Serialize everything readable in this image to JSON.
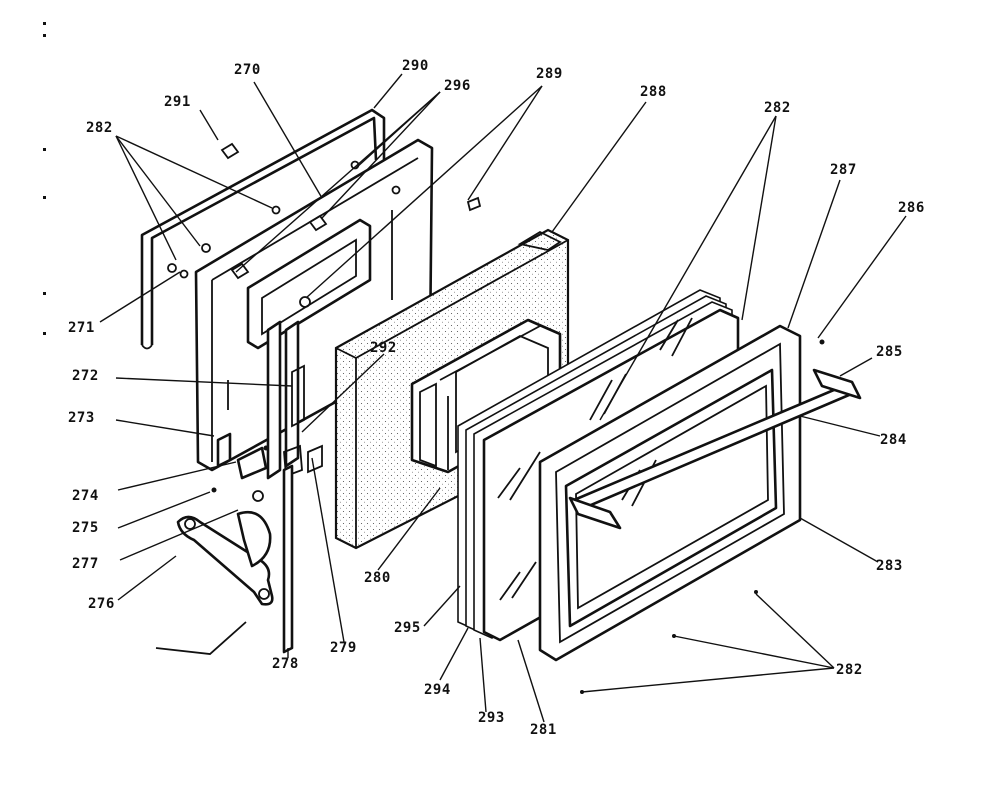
{
  "diagram": {
    "callouts": [
      {
        "id": "c270",
        "text": "270"
      },
      {
        "id": "c290",
        "text": "290"
      },
      {
        "id": "c296",
        "text": "296"
      },
      {
        "id": "c289",
        "text": "289"
      },
      {
        "id": "c288",
        "text": "288"
      },
      {
        "id": "c291",
        "text": "291"
      },
      {
        "id": "c282a",
        "text": "282"
      },
      {
        "id": "c282b",
        "text": "282"
      },
      {
        "id": "c287",
        "text": "287"
      },
      {
        "id": "c286",
        "text": "286"
      },
      {
        "id": "c271",
        "text": "271"
      },
      {
        "id": "c292",
        "text": "292"
      },
      {
        "id": "c285",
        "text": "285"
      },
      {
        "id": "c272",
        "text": "272"
      },
      {
        "id": "c273",
        "text": "273"
      },
      {
        "id": "c284",
        "text": "284"
      },
      {
        "id": "c274",
        "text": "274"
      },
      {
        "id": "c275",
        "text": "275"
      },
      {
        "id": "c283",
        "text": "283"
      },
      {
        "id": "c277",
        "text": "277"
      },
      {
        "id": "c280",
        "text": "280"
      },
      {
        "id": "c276",
        "text": "276"
      },
      {
        "id": "c295",
        "text": "295"
      },
      {
        "id": "c279",
        "text": "279"
      },
      {
        "id": "c278",
        "text": "278"
      },
      {
        "id": "c282c",
        "text": "282"
      },
      {
        "id": "c294",
        "text": "294"
      },
      {
        "id": "c293",
        "text": "293"
      },
      {
        "id": "c281",
        "text": "281"
      }
    ]
  }
}
